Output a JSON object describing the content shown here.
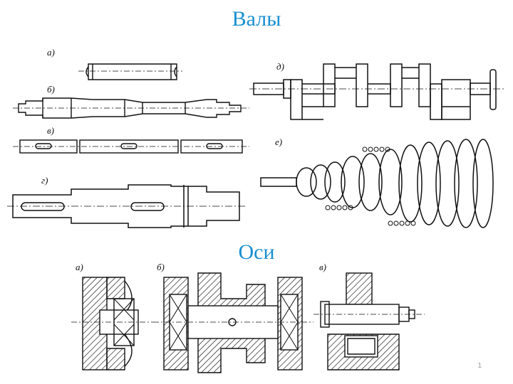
{
  "titles": {
    "shafts": "Валы",
    "axles": "Оси"
  },
  "shaft_labels": {
    "a": "а)",
    "b": "б)",
    "v": "в)",
    "g": "г)",
    "d": "д)",
    "e": "е)"
  },
  "axle_labels": {
    "a": "а)",
    "b": "б)",
    "v": "в)"
  },
  "page_number": "1",
  "colors": {
    "title": "#1a8fd0",
    "line": "#111111"
  }
}
